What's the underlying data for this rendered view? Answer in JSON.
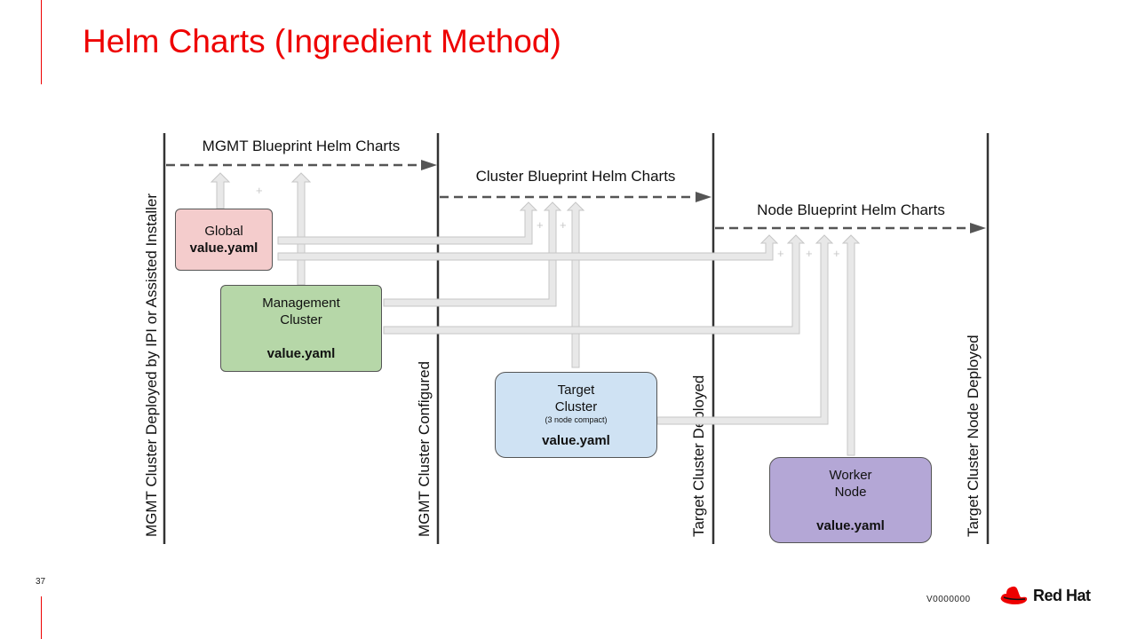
{
  "slide": {
    "title": "Helm Charts (Ingredient Method)",
    "page_number": "37",
    "version": "V0000000",
    "brand": "Red Hat"
  },
  "diagram": {
    "phases": [
      {
        "label": "MGMT Blueprint Helm Charts"
      },
      {
        "label": "Cluster Blueprint Helm Charts"
      },
      {
        "label": "Node Blueprint Helm Charts"
      }
    ],
    "milestones": [
      {
        "label": "MGMT Cluster Deployed by IPI  or Assisted Installer"
      },
      {
        "label": "MGMT Cluster Configured"
      },
      {
        "label": "Target Cluster Deployed"
      },
      {
        "label": "Target Cluster Node Deployed"
      }
    ],
    "boxes": {
      "global": {
        "line1": "Global",
        "yaml": "value.yaml",
        "color": "#f4cccc"
      },
      "management": {
        "line1": "Management",
        "line2": "Cluster",
        "yaml": "value.yaml",
        "color": "#b6d7a8"
      },
      "target": {
        "line1": "Target",
        "line2": "Cluster",
        "note": "(3 node compact)",
        "yaml": "value.yaml",
        "color": "#cfe2f3"
      },
      "worker": {
        "line1": "Worker",
        "line2": "Node",
        "yaml": "value.yaml",
        "color": "#b4a7d6"
      }
    },
    "plus_sign": "+"
  }
}
